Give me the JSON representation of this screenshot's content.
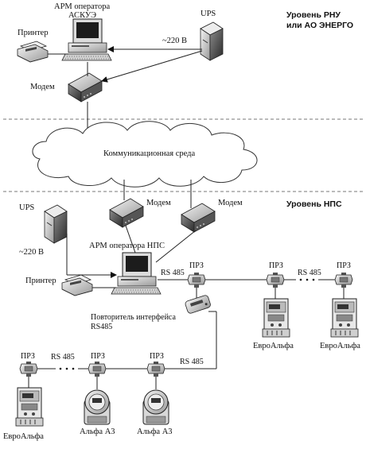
{
  "levels": {
    "top_line1": "Уровень РНУ",
    "top_line2": "или АО ЭНЕРГО",
    "bottom": "Уровень НПС"
  },
  "top": {
    "arm_line1": "АРМ оператора",
    "arm_line2": "АСКУЭ",
    "printer": "Принтер",
    "ups": "UPS",
    "power": "~220 В",
    "modem": "Модем"
  },
  "network": {
    "cloud": "Коммуникационная среда"
  },
  "bottom": {
    "modem_left": "Модем",
    "modem_right": "Модем",
    "ups": "UPS",
    "power": "~220 В",
    "arm": "АРМ оператора НПС",
    "printer": "Принтер",
    "repeater_line1": "Повторитель интерфейса",
    "repeater_line2": "RS485",
    "rs485_1": "RS 485",
    "rs485_2": "RS 485",
    "rs485_3": "RS 485",
    "rs485_4": "RS 485",
    "prz_1": "ПРЗ",
    "prz_2": "ПРЗ",
    "prz_3": "ПРЗ",
    "prz_4": "ПРЗ",
    "prz_5": "ПРЗ",
    "prz_6": "ПРЗ",
    "meter_1": "ЕвроАльфа",
    "meter_2": "ЕвроАльфа",
    "meter_3": "ЕвроАльфа",
    "meter_4": "Альфа А3",
    "meter_5": "Альфа А3"
  }
}
